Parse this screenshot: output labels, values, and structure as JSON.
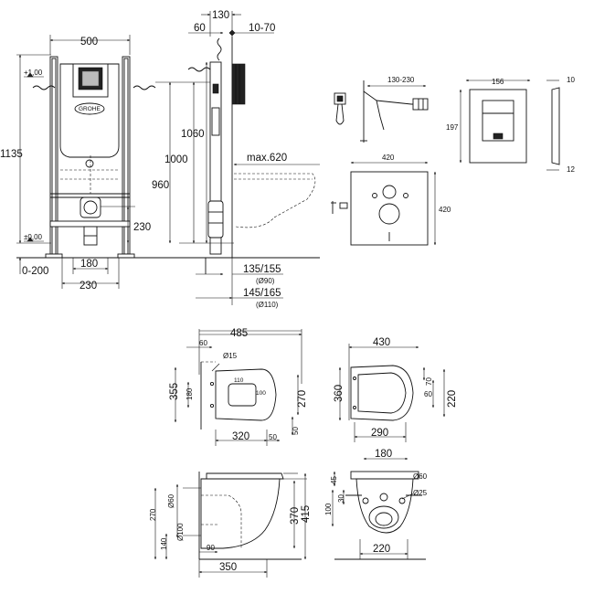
{
  "frame_front": {
    "width": "500",
    "height_total": "1135",
    "level_top": "+1,00",
    "level_bottom": "±0,00",
    "adjust": "0-200",
    "d180": "180",
    "d230_bottom": "230",
    "d230_side": "230",
    "brand": "GROHE"
  },
  "frame_side": {
    "d130": "130",
    "d60": "60",
    "d10_70": "10-70",
    "h1060": "1060",
    "h1000": "1000",
    "h960": "960",
    "max620": "max.620",
    "d135_155": "135/155",
    "d90": "(Ø90)",
    "d145_165": "145/165",
    "d110": "(Ø110)"
  },
  "plate": {
    "d130_230": "130-230",
    "w156": "156",
    "h197": "197",
    "t10": "10",
    "t12": "12",
    "pad_w": "420",
    "pad_h": "420"
  },
  "bowl_top": {
    "d485": "485",
    "d60": "60",
    "d15": "Ø15",
    "d355": "355",
    "d180": "180",
    "d110": "110",
    "d100": "100",
    "d270": "270",
    "d50a": "50",
    "d320": "320",
    "d50b": "50"
  },
  "seat_top": {
    "d430": "430",
    "d360": "360",
    "d70": "70",
    "d60": "60",
    "d220": "220",
    "d290": "290"
  },
  "bowl_side": {
    "d60": "Ø60",
    "d100": "Ø100",
    "d270": "270",
    "d140": "140",
    "d370": "370",
    "d415": "415",
    "d90": "90",
    "d350": "350"
  },
  "bowl_back": {
    "d180": "180",
    "d45": "45",
    "d30": "30",
    "d100": "100",
    "d60": "Ø60",
    "d25": "Ø25",
    "d220": "220"
  }
}
